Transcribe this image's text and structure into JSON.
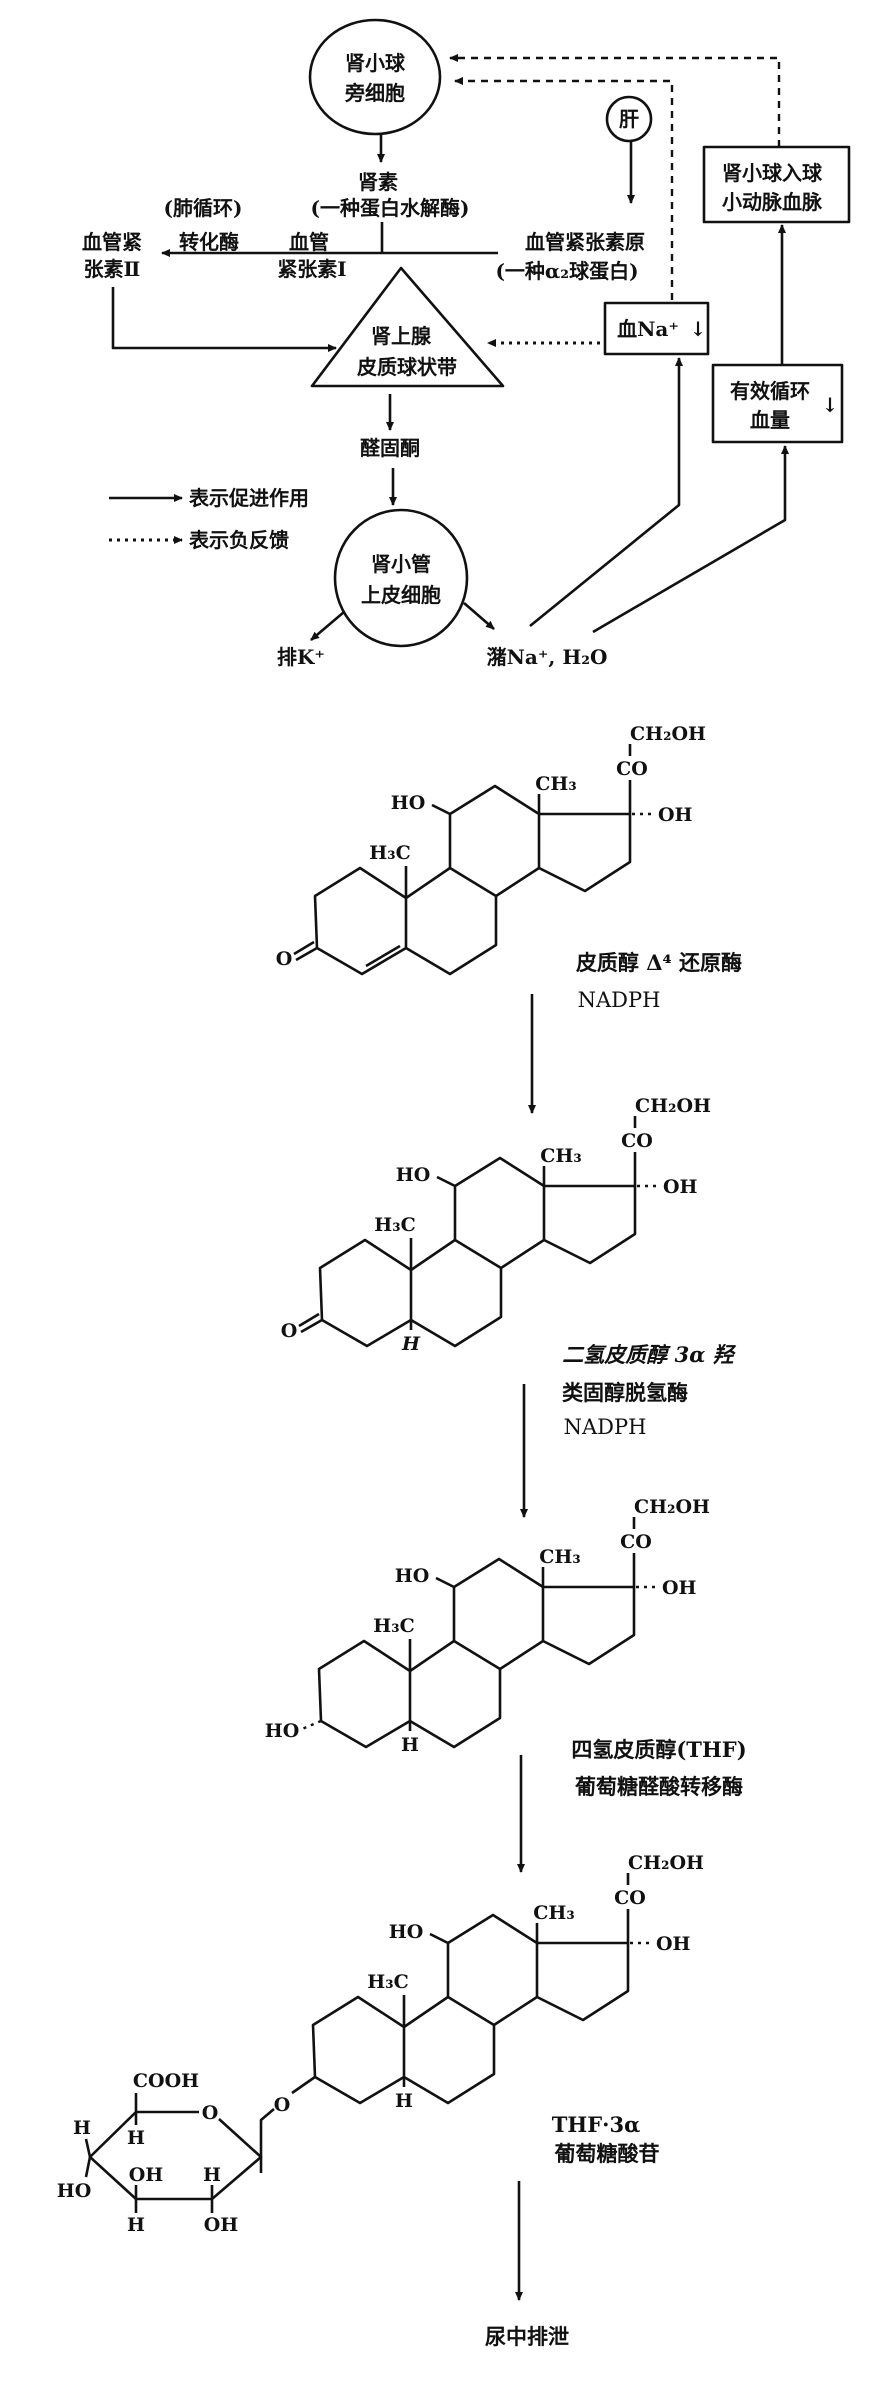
{
  "top_diagram": {
    "juxtaglomerular_cell": [
      "肾小球",
      "旁细胞"
    ],
    "liver": "肝",
    "renin": "肾素",
    "renin_desc": "(一种蛋白水解酶)",
    "pulmonary": "(肺循环)",
    "converting_enzyme": "转化酶",
    "angiotensin_ii": [
      "血管紧",
      "张素Ⅱ"
    ],
    "angiotensin_i": [
      "血管",
      "紧张素Ⅰ"
    ],
    "angiotensinogen": "血管紧张素原",
    "angiotensinogen_desc": "(一种α₂球蛋白)",
    "adrenal": [
      "肾上腺",
      "皮质球状带"
    ],
    "blood_na": "血Na⁺",
    "blood_na_trend": "↓",
    "afferent_box": [
      "肾小球入球",
      "小动脉血脉"
    ],
    "volume_box": [
      "有效循环",
      "血量"
    ],
    "volume_trend": "↓",
    "aldosterone": "醛固酮",
    "tubule_cell": [
      "肾小管",
      "上皮细胞"
    ],
    "excrete_k": "排K⁺",
    "retain_na": "潴Na⁺, H₂O",
    "legend": {
      "solid": "表示促进作用",
      "dotted": "表示负反馈"
    }
  },
  "pathway": {
    "struct_labels": {
      "ch2oh": "CH₂OH",
      "co": "CO",
      "ch3": "CH₃",
      "oh": "OH",
      "ho": "HO",
      "h3c": "H₃C",
      "o": "O",
      "h": "H",
      "cooh": "COOH"
    },
    "step1_enzyme": "皮质醇 Δ⁴ 还原酶",
    "step1_cofactor": "NADPH",
    "step2_product": "二氢皮质醇 3α 羟",
    "step2_enzyme": "类固醇脱氢酶",
    "step2_cofactor": "NADPH",
    "step3_product": "四氢皮质醇(THF)",
    "step3_enzyme": "葡萄糖醛酸转移酶",
    "step4_product": "THF·3α",
    "step4_product2": "葡萄糖酸苷",
    "final": "尿中排泄"
  }
}
